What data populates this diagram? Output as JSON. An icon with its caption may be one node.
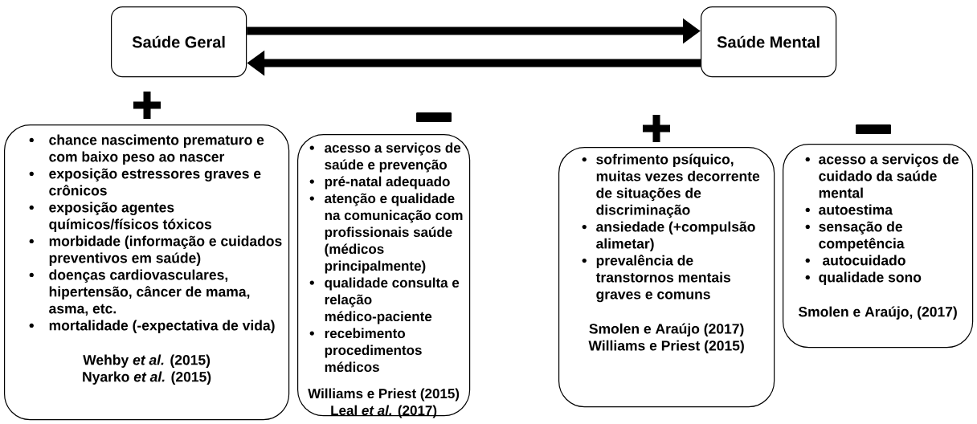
{
  "diagram": {
    "nodes": [
      {
        "text": [
          "Saúde Geral"
        ]
      },
      {
        "text": [
          "Saúde Mental"
        ]
      },
      {
        "text": [
          "chance nascimento prematuro e com baixo peso ao nascer",
          "exposição estressores graves e crônicos",
          "exposição agentes químicos/físicos tóxicos",
          "morbidade (informação e cuidados preventivos em saúde)",
          "doenças cardiovasculares, hipertensão, câncer de mama, asma, etc.",
          "mortalidade (-expectativa de vida)",
          "Wehby *et al.* (2015)",
          "Nyarko *et al.* (2015)"
        ]
      },
      {
        "text": [
          "acesso a serviços de saúde e prevenção",
          "pré-natal adequado",
          "atenção e qualidade na comunicação com profissionais saúde (médicos principalmente)",
          "qualidade consulta e relação médico-paciente",
          "recebimento procedimentos médicos",
          "Williams e Priest (2015)",
          "Leal *et al.* (2017)"
        ]
      },
      {
        "text": [
          "sofrimento psíquico, muitas vezes decorrente de situações de discriminação",
          "ansiedade (+compulsão alimetar)",
          "prevalência de transtornos mentais graves e comuns",
          "Smolen e Araújo (2017)",
          "Williams e Priest (2015)"
        ]
      },
      {
        "text": [
          "acesso a serviços de cuidado da saúde mental",
          "autoestima",
          "sensação de competência",
          " autocuidado",
          "qualidade sono",
          "Smolen e Araújo, (2017)"
        ]
      }
    ],
    "edges": [
      {
        "from": 0,
        "to": 1,
        "arrow": "to"
      },
      {
        "from": 1,
        "to": 0,
        "arrow": "to"
      }
    ]
  }
}
